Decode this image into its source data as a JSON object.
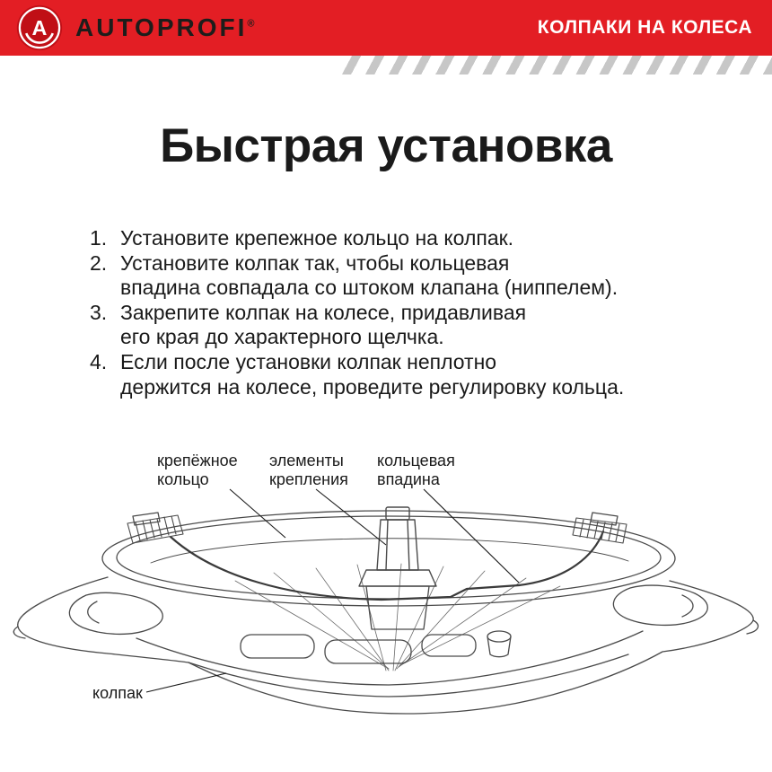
{
  "header": {
    "brand": "AUTOPROFI",
    "registered_mark": "®",
    "logo_letter": "A",
    "banner_title": "КОЛПАКИ НА КОЛЕСА"
  },
  "main": {
    "title": "Быстрая установка",
    "steps": [
      {
        "num": "1.",
        "text": "Установите крепежное кольцо на колпак."
      },
      {
        "num": "2.",
        "text": "Установите колпак так, чтобы кольцевая\nвпадина совпадала со штоком клапана (ниппелем)."
      },
      {
        "num": "3.",
        "text": "Закрепите колпак на колесе, придавливая\nего края до характерного щелчка."
      },
      {
        "num": "4.",
        "text": "Если после установки колпак неплотно\nдержится на колесе, проведите регулировку кольца."
      }
    ]
  },
  "diagram": {
    "labels": {
      "ring": "крепёжное\nкольцо",
      "fasteners": "элементы\nкрепления",
      "groove": "кольцевая\nвпадина",
      "cap": "колпак"
    }
  },
  "icons": {
    "logo": "autoprofi-a-badge"
  },
  "colors": {
    "brand_red": "#e31e24",
    "logo_red": "#c00f16",
    "stripe_gray": "#c7c7c7",
    "text": "#1a1a1a",
    "line_art": "#4a4a4a"
  }
}
